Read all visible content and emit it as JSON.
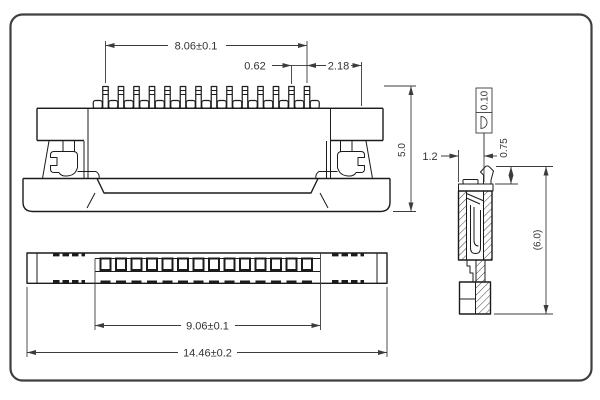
{
  "dimensions": {
    "pin_span": "8.06±0.1",
    "pin_pitch": "0.62",
    "pin_to_edge": "2.18",
    "body_height": "5.0",
    "top_width": "1.2",
    "latch_height": "0.75",
    "overall_height_ref": "(6.0)",
    "slot_span": "9.06±0.1",
    "overall_width": "14.46±0.2"
  },
  "tolerance_frame": {
    "value": "0.10",
    "symbol": "profile-of-a-surface"
  },
  "pins": {
    "count": 14
  },
  "colors": {
    "background": "#ffffff",
    "line": "#1c1c1c",
    "dimension": "#3c3c3c",
    "frame_border": "#3f3f3f",
    "text": "#333333"
  }
}
